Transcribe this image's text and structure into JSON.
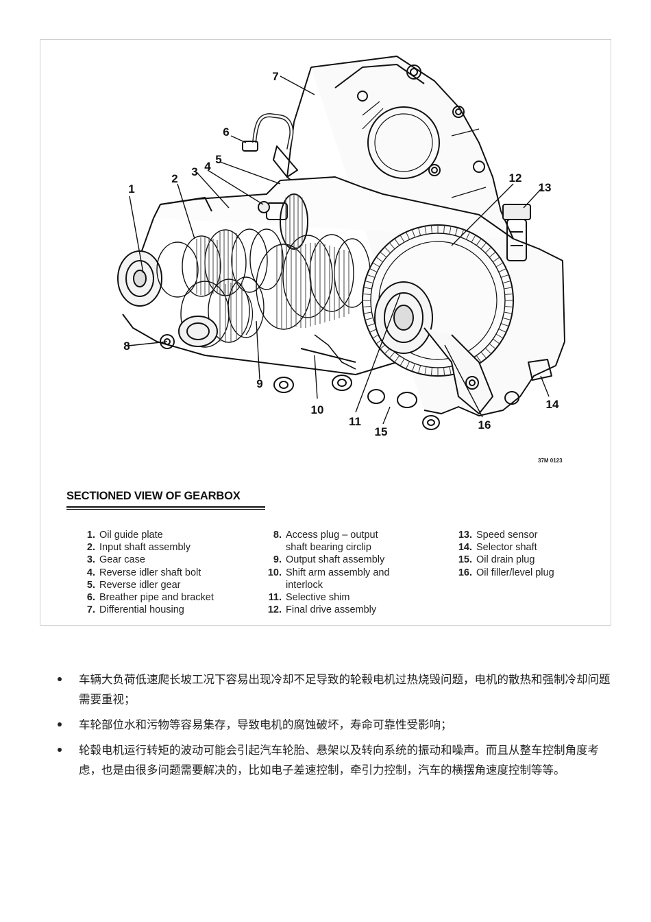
{
  "figure": {
    "callouts": [
      "1",
      "2",
      "3",
      "4",
      "5",
      "6",
      "7",
      "8",
      "9",
      "10",
      "11",
      "12",
      "13",
      "14",
      "15",
      "16"
    ],
    "code": "37M 0123",
    "caption_title": "SECTIONED VIEW OF GEARBOX",
    "legend": [
      {
        "num": "1.",
        "lines": [
          "Oil guide plate"
        ]
      },
      {
        "num": "2.",
        "lines": [
          "Input shaft assembly"
        ]
      },
      {
        "num": "3.",
        "lines": [
          "Gear case"
        ]
      },
      {
        "num": "4.",
        "lines": [
          "Reverse idler shaft bolt"
        ]
      },
      {
        "num": "5.",
        "lines": [
          "Reverse idler gear"
        ]
      },
      {
        "num": "6.",
        "lines": [
          "Breather pipe and bracket"
        ]
      },
      {
        "num": "7.",
        "lines": [
          "Differential housing"
        ]
      },
      {
        "num": "8.",
        "lines": [
          "Access plug  –  output",
          "shaft bearing circlip"
        ]
      },
      {
        "num": "9.",
        "lines": [
          "Output shaft assembly"
        ]
      },
      {
        "num": "10.",
        "lines": [
          "Shift arm assembly and",
          "interlock"
        ]
      },
      {
        "num": "11.",
        "lines": [
          "Selective shim"
        ]
      },
      {
        "num": "12.",
        "lines": [
          "Final drive assembly"
        ]
      },
      {
        "num": "13.",
        "lines": [
          "Speed sensor"
        ]
      },
      {
        "num": "14.",
        "lines": [
          "Selector shaft"
        ]
      },
      {
        "num": "15.",
        "lines": [
          "Oil drain plug"
        ]
      },
      {
        "num": "16.",
        "lines": [
          "Oil filler/level plug"
        ]
      }
    ]
  },
  "bullets": [
    "车辆大负荷低速爬长坡工况下容易出现冷却不足导致的轮毂电机过热烧毁问题，电机的散热和强制冷却问题需要重视；",
    "车轮部位水和污物等容易集存，导致电机的腐蚀破坏，寿命可靠性受影响；",
    "轮毂电机运行转矩的波动可能会引起汽车轮胎、悬架以及转向系统的振动和噪声。而且从整车控制角度考虑，也是由很多问题需要解决的，比如电子差速控制，牵引力控制，汽车的横摆角速度控制等等。"
  ]
}
